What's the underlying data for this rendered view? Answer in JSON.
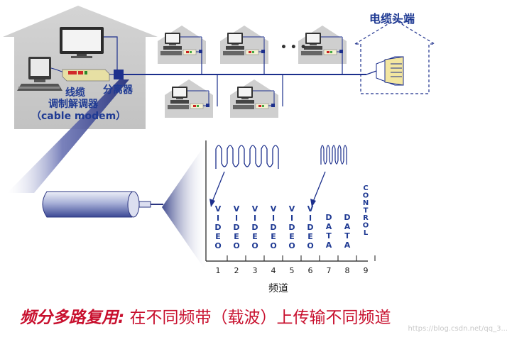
{
  "labels": {
    "headend": "电缆头端",
    "modem_line1": "线缆",
    "modem_line2": "调制解调器",
    "modem_line3": "（cable modem）",
    "splitter": "分离器",
    "dots": "• • •",
    "axis": "频道"
  },
  "channels": [
    {
      "number": "1",
      "label": "VIDEO"
    },
    {
      "number": "2",
      "label": "VIDEO"
    },
    {
      "number": "3",
      "label": "VIDEO"
    },
    {
      "number": "4",
      "label": "VIDEO"
    },
    {
      "number": "5",
      "label": "VIDEO"
    },
    {
      "number": "6",
      "label": "VIDEO"
    },
    {
      "number": "7",
      "label": "DATA"
    },
    {
      "number": "8",
      "label": "DATA"
    },
    {
      "number": "9",
      "label": "CONTROL"
    }
  ],
  "caption": {
    "emphasis": "频分多路复用:",
    "rest": " 在不同频带（载波）上传输不同频道"
  },
  "watermark": "https://blog.csdn.net/qq_3..."
}
